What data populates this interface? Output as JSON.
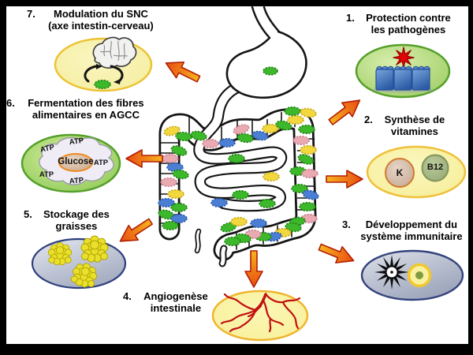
{
  "functions": [
    {
      "number": "1.",
      "line1": "Protection contre",
      "line2": "les pathogènes"
    },
    {
      "number": "2.",
      "line1": "Synthèse de",
      "line2": "vitamines"
    },
    {
      "number": "3.",
      "line1": "Développement du",
      "line2": "système immunitaire"
    },
    {
      "number": "4.",
      "line1": "Angiogenèse",
      "line2": "intestinale"
    },
    {
      "number": "5.",
      "line1": "Stockage des",
      "line2": "graisses"
    },
    {
      "number": "6.",
      "line1": "Fermentation des fibres",
      "line2": "alimentaires en AGCC"
    },
    {
      "number": "7.",
      "line1": "Modulation du SNC",
      "line2": "(axe intestin-cerveau)"
    }
  ],
  "fermentation_bubble": {
    "glucose": "Glucose",
    "atp": "ATP"
  },
  "vitamins_bubble": {
    "k": "K",
    "b12": "B12"
  },
  "colors": {
    "frame": "#000000",
    "slide_background": "#ffffff",
    "text": "#000000",
    "arrow_gradient_start": "#f7b31e",
    "arrow_gradient_end": "#e84c12",
    "arrow_outline": "#b21e04",
    "bubble_yellow_fill": "#f8f3ae",
    "bubble_yellow_border": "#ecc335",
    "bubble_green_fill": "#a9d468",
    "bubble_green_border": "#55a02a",
    "bubble_gray_fill": "#bec5d3",
    "bubble_gray_border": "#2e3f7e",
    "microbe_green": "#3db82a",
    "microbe_blue": "#4a7fd4",
    "microbe_yellow": "#f2d73e",
    "microbe_pink": "#e9aab2",
    "pathogen_red": "#e10505",
    "vessels_red": "#c01010",
    "fat_yellow": "#e9e02b",
    "epithelium_blue": "#3f6fb5"
  },
  "icons": {
    "center": "gut-microbiota-illustration",
    "bubble_1": "epithelium-pathogen-icon",
    "bubble_2": "vitamin-k-b12-icon",
    "bubble_3": "immune-cells-icon",
    "bubble_4": "blood-vessels-icon",
    "bubble_5": "fat-cells-icon",
    "bubble_6": "glucose-atp-icon",
    "bubble_7": "brain-gut-cycle-icon"
  }
}
